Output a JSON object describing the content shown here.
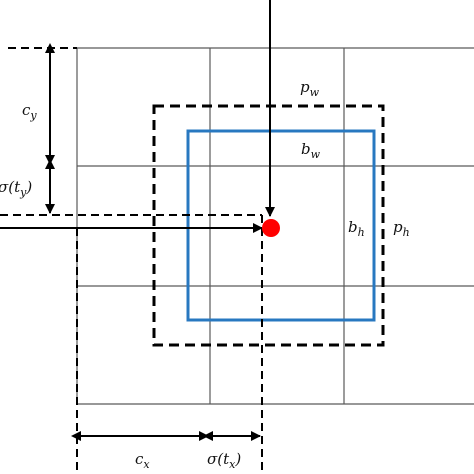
{
  "labels": {
    "p_w": "p",
    "p_w_sub": "w",
    "b_w": "b",
    "b_w_sub": "w",
    "b_h": "b",
    "b_h_sub": "h",
    "p_h": "p",
    "p_h_sub": "h",
    "c_y": "c",
    "c_y_sub": "y",
    "c_x": "c",
    "c_x_sub": "x",
    "sigma_ty": "σ(t",
    "sigma_ty_sub": "y",
    "sigma_ty_close": ")",
    "sigma_tx": "σ(t",
    "sigma_tx_sub": "x",
    "sigma_tx_close": ")"
  },
  "colors": {
    "bounding_box": "#2878c0",
    "center_point": "#ff0000",
    "grid": "#5a5a5a"
  }
}
